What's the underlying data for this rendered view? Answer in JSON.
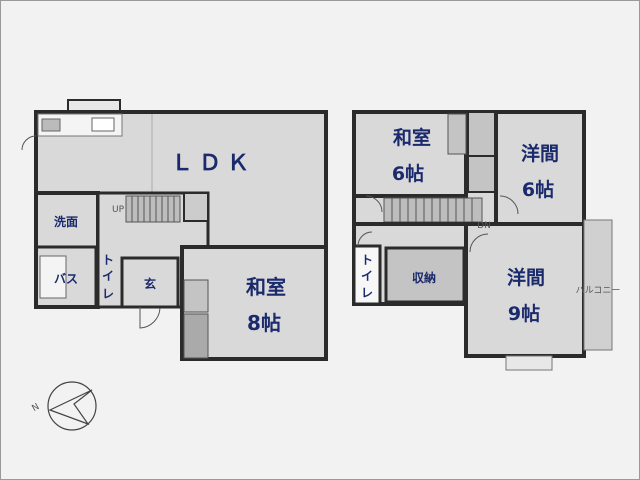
{
  "floor1": {
    "ldk": "ＬＤＫ",
    "senmen": "洗面",
    "bath": "バス",
    "toilet_a": "ト",
    "toilet_b": "イ",
    "toilet_c": "レ",
    "genkan": "玄",
    "washitsu_name": "和室",
    "washitsu_size": "8帖",
    "up": "UP"
  },
  "floor2": {
    "washitsu_name": "和室",
    "washitsu_size": "6帖",
    "youma1_name": "洋間",
    "youma1_size": "6帖",
    "youma2_name": "洋間",
    "youma2_size": "9帖",
    "shuno": "収納",
    "toilet_a": "ト",
    "toilet_b": "イ",
    "toilet_c": "レ",
    "balcony": "バルコニー",
    "dn": "DN"
  },
  "compass": {
    "north": "N"
  },
  "colors": {
    "wall": "#2b2b2b",
    "room": "#d9d9d9",
    "label": "#1a2a6c",
    "stair": "#bdbdbd"
  }
}
